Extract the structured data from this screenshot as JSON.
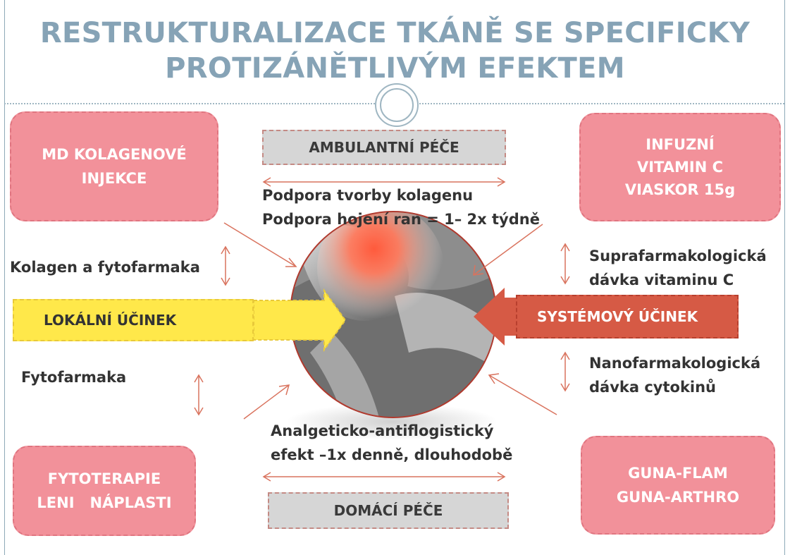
{
  "title": {
    "line1": "RESTRUKTURALIZACE TKÁNĚ SE SPECIFICKY",
    "line2": "PROTIZÁNĚTLIVÝM EFEKTEM"
  },
  "boxes": {
    "top_left": {
      "line1": "MD KOLAGENOVÉ",
      "line2": "INJEKCE"
    },
    "top_right": {
      "line1": "INFUZNÍ",
      "line2": "VITAMIN C",
      "line3": "VIASKOR 15g"
    },
    "bottom_left": {
      "line1": "FYTOTERAPIE",
      "line2": "LENI   NÁPLASTI"
    },
    "bottom_right": {
      "line1": "GUNA-FLAM",
      "line2": "GUNA-ARTHRO"
    }
  },
  "care": {
    "ambulant": "AMBULANTNÍ PÉČE",
    "home": "DOMÁCÍ PÉČE"
  },
  "center": {
    "top_line1": "Podpora tvorby kolagenu",
    "top_line2": "Podpora hojení ran = 1– 2x týdně",
    "bottom_line1": "Analgeticko-antiflogistický",
    "bottom_line2": "efekt –1x denně, dlouhodobě"
  },
  "effects": {
    "local": "LOKÁLNÍ ÚČINEK",
    "systemic": "SYSTÉMOVÝ ÚČINEK"
  },
  "labels": {
    "kolagen": "Kolagen a fytofarmaka",
    "fyto": "Fytofarmaka",
    "supra_line1": "Suprafarmakologická",
    "supra_line2": "dávka vitaminu C",
    "nano_line1": "Nanofarmakologická",
    "nano_line2": "dávka cytokinů"
  },
  "colors": {
    "title": "#86a3b6",
    "pink_box": "#f2919a",
    "yellow_arrow": "#ffe84a",
    "red_arrow": "#d65a45",
    "arrow_line": "#d9735e"
  }
}
